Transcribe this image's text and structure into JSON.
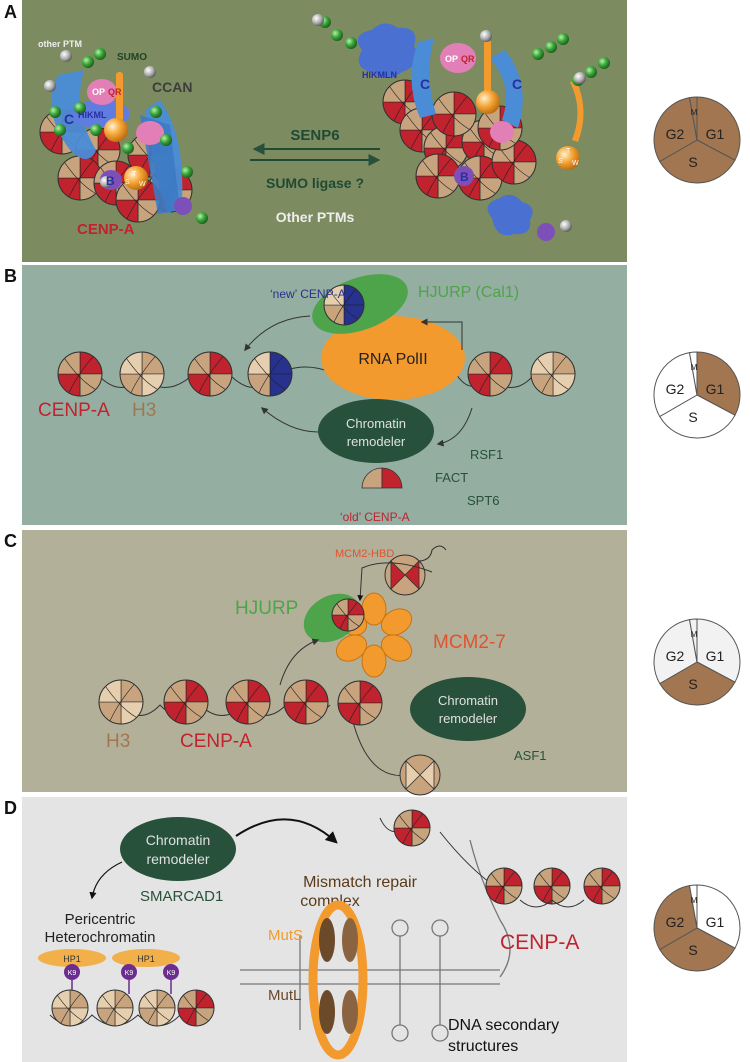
{
  "colors": {
    "panel_a": "#7d8b61",
    "panel_b": "#94aea2",
    "panel_c": "#b3b09a",
    "panel_d": "#e4e4e4",
    "cenp_red": "#c0232d",
    "h3_tan": "#c8a47e",
    "remodeler": "#27513b",
    "hjurp_green": "#4ea44a",
    "mcm_orange": "#f29a2e",
    "sumo_green": "#3aa63a",
    "new_cenp_blue": "#27318e",
    "pie_filled": "#a17650"
  },
  "panels": {
    "a": {
      "letter": "A",
      "other_ptm": "other PTM",
      "sumo": "SUMO",
      "ccan": "CCAN",
      "hikml": "HIKML",
      "hikmln": "HIKMLN",
      "opqr_left": "OP",
      "qr_left": "QR",
      "opqr_right": "OP",
      "qr_right": "QR",
      "c": "C",
      "b": "B",
      "t": "T",
      "s": "S",
      "w": "W",
      "cenp_a": "CENP-A",
      "senp6": "SENP6",
      "sumo_ligase": "SUMO ligase ?",
      "other_ptms": "Other PTMs"
    },
    "b": {
      "letter": "B",
      "new_cenp_a": "‘new’ CENP-A",
      "hjurp": "HJURP (Cal1)",
      "rna_pol": "RNA PolII",
      "cenp_a": "CENP-A",
      "h3": "H3",
      "remodeler_1": "Chromatin",
      "remodeler_2": "remodeler",
      "rsf1": "RSF1",
      "fact": "FACT",
      "spt6": "SPT6",
      "old_cenp_a": "‘old’ CENP-A"
    },
    "c": {
      "letter": "C",
      "hjurp": "HJURP",
      "mcm2_hbd": "MCM2-HBD",
      "mcm2_7": "MCM2-7",
      "remodeler_1": "Chromatin",
      "remodeler_2": "remodeler",
      "asf1": "ASF1",
      "h3": "H3",
      "cenp_a": "CENP-A"
    },
    "d": {
      "letter": "D",
      "remodeler_1": "Chromatin",
      "remodeler_2": "remodeler",
      "smarcad1": "SMARCAD1",
      "pericentric": "Pericentric",
      "heterochromatin": "Heterochromatin",
      "hp1": "HP1",
      "k9": "K9",
      "mismatch_1": "Mismatch repair",
      "mismatch_2": "complex",
      "muts": "MutS",
      "mutl": "MutL",
      "cenp_a": "CENP-A",
      "dna_1": "DNA secondary",
      "dna_2": "structures"
    }
  },
  "cell_cycle": {
    "labels": {
      "g1": "G1",
      "s": "S",
      "g2": "G2",
      "m": "M"
    },
    "highlighted": [
      [
        "G1",
        "S",
        "G2",
        "M"
      ],
      [
        "G1"
      ],
      [
        "S"
      ],
      [
        "S",
        "G2"
      ]
    ]
  }
}
